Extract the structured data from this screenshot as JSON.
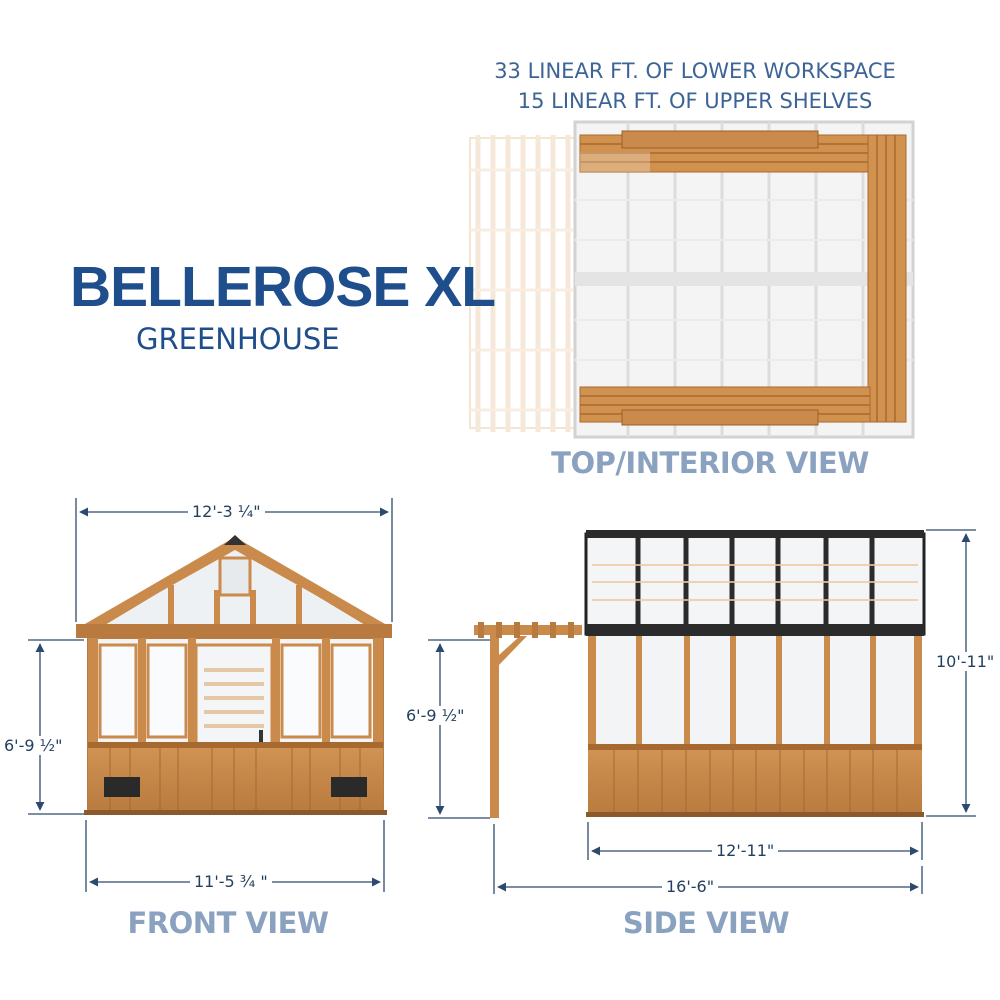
{
  "header": {
    "title": "BELLEROSE XL",
    "subtitle": "GREENHOUSE"
  },
  "top_view": {
    "caption_lines": [
      "33 LINEAR FT. OF LOWER WORKSPACE",
      "15 LINEAR FT. OF UPPER SHELVES"
    ],
    "label": "TOP/INTERIOR VIEW"
  },
  "front_view": {
    "label": "FRONT VIEW",
    "dim_roof_width": "12'-3 ¼\"",
    "dim_wall_height": "6'-9 ½\"",
    "dim_base_width": "11'-5 ¾ \""
  },
  "side_view": {
    "label": "SIDE VIEW",
    "dim_total_height": "10'-11\"",
    "dim_pergola_height": "6'-9 ½\"",
    "dim_body_length": "12'-11\"",
    "dim_total_length": "16'-6\""
  },
  "colors": {
    "title": "#1f4e8c",
    "view_label": "#8aa2c0",
    "wood": "#c98a4b",
    "dim_line": "#2c4a6e"
  }
}
